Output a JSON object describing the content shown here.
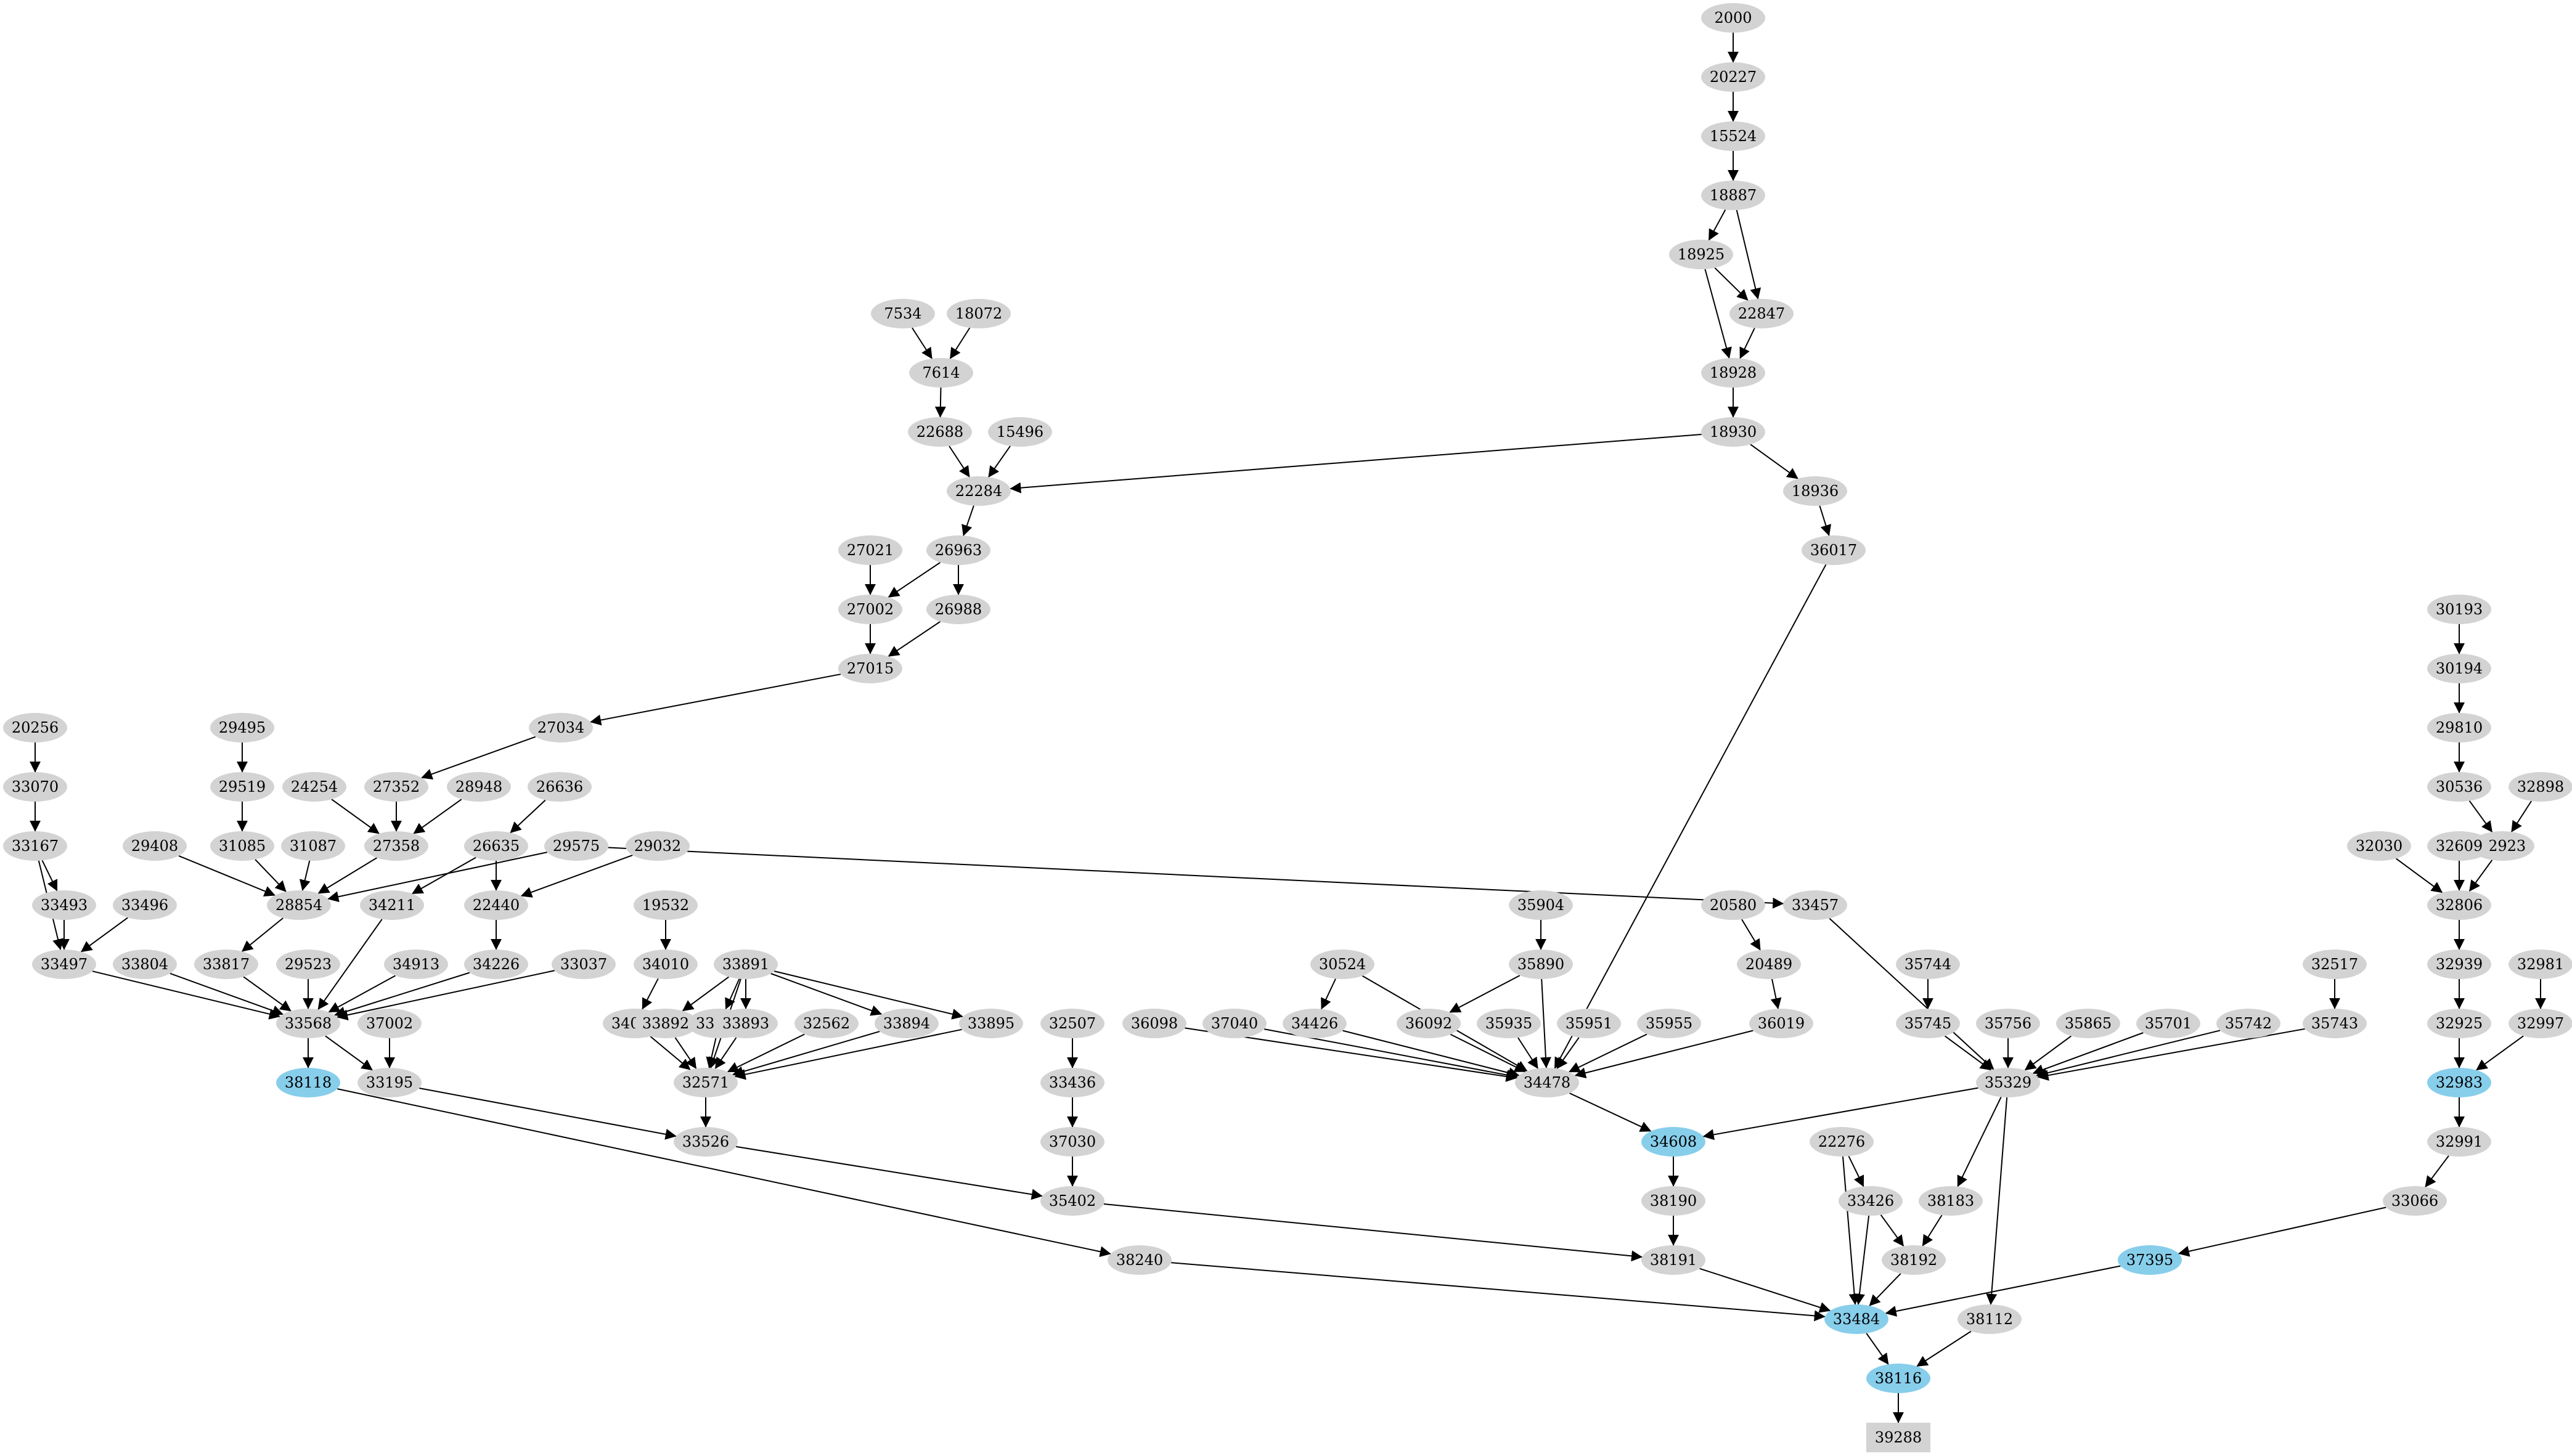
{
  "colors": {
    "background": "#ffffff",
    "node_default": "#d3d3d3",
    "node_highlight": "#87ceeb",
    "edge": "#000000",
    "label": "#000000"
  },
  "nodes": [
    {
      "id": "2000",
      "label": "2000"
    },
    {
      "id": "20227",
      "label": "20227"
    },
    {
      "id": "15524",
      "label": "15524"
    },
    {
      "id": "18887",
      "label": "18887"
    },
    {
      "id": "18925",
      "label": "18925"
    },
    {
      "id": "22847",
      "label": "22847"
    },
    {
      "id": "18928",
      "label": "18928"
    },
    {
      "id": "18930",
      "label": "18930"
    },
    {
      "id": "18936",
      "label": "18936"
    },
    {
      "id": "36017",
      "label": "36017"
    },
    {
      "id": "7534",
      "label": "7534"
    },
    {
      "id": "18072",
      "label": "18072"
    },
    {
      "id": "7614",
      "label": "7614"
    },
    {
      "id": "22688",
      "label": "22688"
    },
    {
      "id": "15496",
      "label": "15496"
    },
    {
      "id": "22284",
      "label": "22284"
    },
    {
      "id": "26963",
      "label": "26963"
    },
    {
      "id": "27021",
      "label": "27021"
    },
    {
      "id": "27002",
      "label": "27002"
    },
    {
      "id": "26988",
      "label": "26988"
    },
    {
      "id": "27015",
      "label": "27015"
    },
    {
      "id": "27034",
      "label": "27034"
    },
    {
      "id": "20256",
      "label": "20256"
    },
    {
      "id": "33070",
      "label": "33070"
    },
    {
      "id": "33167",
      "label": "33167"
    },
    {
      "id": "33493",
      "label": "33493"
    },
    {
      "id": "33496",
      "label": "33496"
    },
    {
      "id": "33497",
      "label": "33497"
    },
    {
      "id": "29495",
      "label": "29495"
    },
    {
      "id": "29519",
      "label": "29519"
    },
    {
      "id": "31085",
      "label": "31085"
    },
    {
      "id": "29408",
      "label": "29408"
    },
    {
      "id": "31087",
      "label": "31087"
    },
    {
      "id": "24254",
      "label": "24254"
    },
    {
      "id": "27352",
      "label": "27352"
    },
    {
      "id": "28948",
      "label": "28948"
    },
    {
      "id": "27358",
      "label": "27358"
    },
    {
      "id": "28854",
      "label": "28854"
    },
    {
      "id": "26636",
      "label": "26636"
    },
    {
      "id": "26635",
      "label": "26635"
    },
    {
      "id": "29575",
      "label": "29575"
    },
    {
      "id": "29032",
      "label": "29032"
    },
    {
      "id": "34211",
      "label": "34211"
    },
    {
      "id": "22440",
      "label": "22440"
    },
    {
      "id": "34226",
      "label": "34226"
    },
    {
      "id": "33817",
      "label": "33817"
    },
    {
      "id": "33804",
      "label": "33804"
    },
    {
      "id": "29523",
      "label": "29523"
    },
    {
      "id": "34913",
      "label": "34913"
    },
    {
      "id": "33037",
      "label": "33037"
    },
    {
      "id": "19532",
      "label": "19532"
    },
    {
      "id": "34010",
      "label": "34010"
    },
    {
      "id": "33891",
      "label": "33891"
    },
    {
      "id": "33568",
      "label": "33568"
    },
    {
      "id": "37002",
      "label": "37002"
    },
    {
      "id": "34012",
      "label": "34012"
    },
    {
      "id": "33897",
      "label": "33897"
    },
    {
      "id": "33892",
      "label": "33892"
    },
    {
      "id": "33893",
      "label": "33893"
    },
    {
      "id": "32562",
      "label": "32562"
    },
    {
      "id": "33894",
      "label": "33894"
    },
    {
      "id": "33895",
      "label": "33895"
    },
    {
      "id": "38118",
      "label": "38118"
    },
    {
      "id": "33195",
      "label": "33195"
    },
    {
      "id": "32571",
      "label": "32571"
    },
    {
      "id": "33526",
      "label": "33526"
    },
    {
      "id": "32507",
      "label": "32507"
    },
    {
      "id": "33436",
      "label": "33436"
    },
    {
      "id": "37030",
      "label": "37030"
    },
    {
      "id": "35402",
      "label": "35402"
    },
    {
      "id": "38240",
      "label": "38240"
    },
    {
      "id": "33457",
      "label": "33457"
    },
    {
      "id": "35904",
      "label": "35904"
    },
    {
      "id": "35890",
      "label": "35890"
    },
    {
      "id": "20580",
      "label": "20580"
    },
    {
      "id": "20489",
      "label": "20489"
    },
    {
      "id": "30524",
      "label": "30524"
    },
    {
      "id": "34426",
      "label": "34426"
    },
    {
      "id": "36092",
      "label": "36092"
    },
    {
      "id": "36098",
      "label": "36098"
    },
    {
      "id": "37040",
      "label": "37040"
    },
    {
      "id": "35935",
      "label": "35935"
    },
    {
      "id": "35951",
      "label": "35951"
    },
    {
      "id": "35955",
      "label": "35955"
    },
    {
      "id": "36019",
      "label": "36019"
    },
    {
      "id": "34478",
      "label": "34478"
    },
    {
      "id": "34608",
      "label": "34608"
    },
    {
      "id": "38190",
      "label": "38190"
    },
    {
      "id": "38191",
      "label": "38191"
    },
    {
      "id": "35744",
      "label": "35744"
    },
    {
      "id": "35745",
      "label": "35745"
    },
    {
      "id": "35756",
      "label": "35756"
    },
    {
      "id": "35865",
      "label": "35865"
    },
    {
      "id": "35701",
      "label": "35701"
    },
    {
      "id": "35742",
      "label": "35742"
    },
    {
      "id": "35743",
      "label": "35743"
    },
    {
      "id": "35329",
      "label": "35329"
    },
    {
      "id": "22276",
      "label": "22276"
    },
    {
      "id": "33426",
      "label": "33426"
    },
    {
      "id": "38183",
      "label": "38183"
    },
    {
      "id": "38192",
      "label": "38192"
    },
    {
      "id": "38112",
      "label": "38112"
    },
    {
      "id": "33484",
      "label": "33484"
    },
    {
      "id": "38116",
      "label": "38116"
    },
    {
      "id": "39288",
      "label": "39288"
    },
    {
      "id": "30193",
      "label": "30193"
    },
    {
      "id": "30194",
      "label": "30194"
    },
    {
      "id": "29810",
      "label": "29810"
    },
    {
      "id": "30536",
      "label": "30536"
    },
    {
      "id": "32898",
      "label": "32898"
    },
    {
      "id": "32923",
      "label": "32923"
    },
    {
      "id": "32030",
      "label": "32030"
    },
    {
      "id": "32609",
      "label": "32609"
    },
    {
      "id": "32806",
      "label": "32806"
    },
    {
      "id": "32939",
      "label": "32939"
    },
    {
      "id": "32517",
      "label": "32517"
    },
    {
      "id": "32981",
      "label": "32981"
    },
    {
      "id": "32925",
      "label": "32925"
    },
    {
      "id": "32997",
      "label": "32997"
    },
    {
      "id": "32983",
      "label": "32983"
    },
    {
      "id": "32991",
      "label": "32991"
    },
    {
      "id": "33066",
      "label": "33066"
    },
    {
      "id": "37395",
      "label": "37395"
    }
  ]
}
